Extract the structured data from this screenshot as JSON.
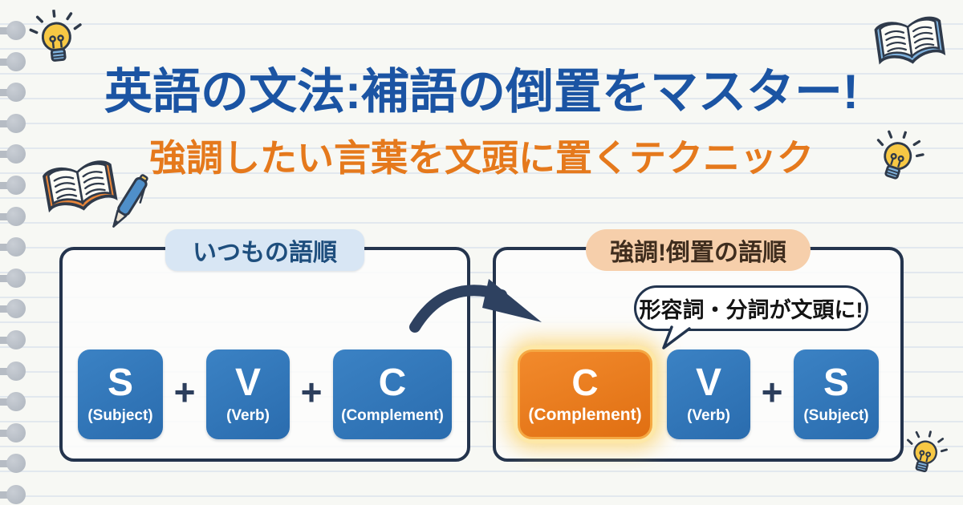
{
  "header": {
    "title": "英語の文法:補語の倒置をマスター!",
    "subtitle": "強調したい言葉を文頭に置くテクニック"
  },
  "left_panel": {
    "header": "いつもの語順",
    "plus": "+",
    "blocks": [
      {
        "letter": "S",
        "label": "(Subject)"
      },
      {
        "letter": "V",
        "label": "(Verb)"
      },
      {
        "letter": "C",
        "label": "(Complement)"
      }
    ]
  },
  "right_panel": {
    "header": "強調!倒置の語順",
    "callout": "形容詞・分詞が文頭に!",
    "plus": "+",
    "blocks": [
      {
        "letter": "C",
        "label": "(Complement)",
        "highlighted": true
      },
      {
        "letter": "V",
        "label": "(Verb)"
      },
      {
        "letter": "S",
        "label": "(Subject)"
      }
    ]
  },
  "icons": {
    "top_left": "lightbulb-icon",
    "top_right": "open-book-icon",
    "left_middle_book": "open-book-icon",
    "left_middle_pen": "pen-icon",
    "right_middle": "lightbulb-icon",
    "bottom_right": "lightbulb-icon",
    "between_panels": "curved-arrow-icon"
  },
  "colors": {
    "title_blue": "#1b54a3",
    "subtitle_orange": "#e5791c",
    "block_blue": "#2e74b5",
    "highlight_orange": "#e8761d",
    "navy_outline": "#24344d",
    "pill_blue_bg": "#d8e6f4",
    "pill_peach_bg": "#f6cfab",
    "glow_yellow": "#fbe9b8",
    "paper": "#f7f8f4"
  }
}
